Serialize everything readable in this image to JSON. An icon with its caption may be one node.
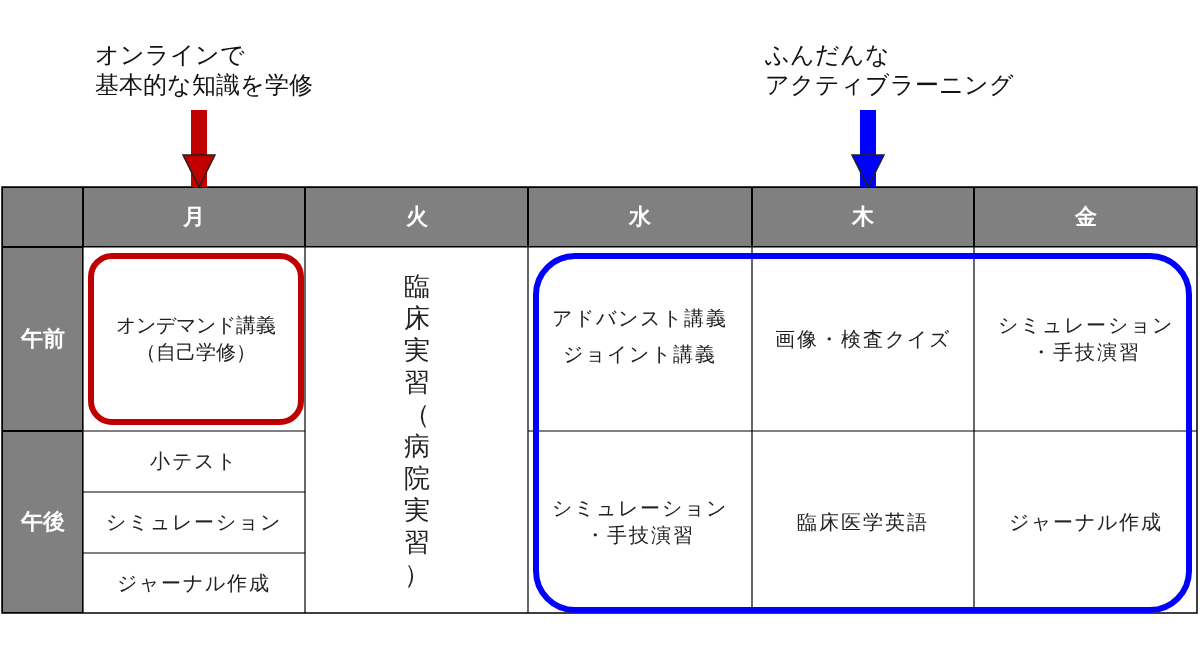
{
  "diagram": {
    "nodes": [
      {
        "text": [
          "オンラインで",
          "基本的な知識を学修"
        ]
      },
      {
        "text": [
          "ふんだんな",
          "アクティブラーニング"
        ]
      },
      {
        "text": [
          "月"
        ]
      },
      {
        "text": [
          "火"
        ]
      },
      {
        "text": [
          "水"
        ]
      },
      {
        "text": [
          "木"
        ]
      },
      {
        "text": [
          "金"
        ]
      },
      {
        "text": [
          "オンデマンド講義（自己学修）"
        ]
      },
      {
        "text": [],
        "shape": "box"
      }
    ],
    "edges": [
      {
        "from": 0,
        "to": 2,
        "arrow": "to",
        "color": "#c00000"
      },
      {
        "from": 1,
        "to": 5,
        "arrow": "to",
        "color": "#0000ff"
      }
    ],
    "labels": [
      "午前",
      "臨床実習（病院実習）",
      "アドバンスト講義",
      "ジョイント講義",
      "画像・検査クイズ",
      "シミュレーション・手技演習",
      "小テスト",
      "午後",
      "シミュレーション",
      "シミュレーション・手技演習",
      "臨床医学英語",
      "ジャーナル作成",
      "ジャーナル作成"
    ]
  }
}
